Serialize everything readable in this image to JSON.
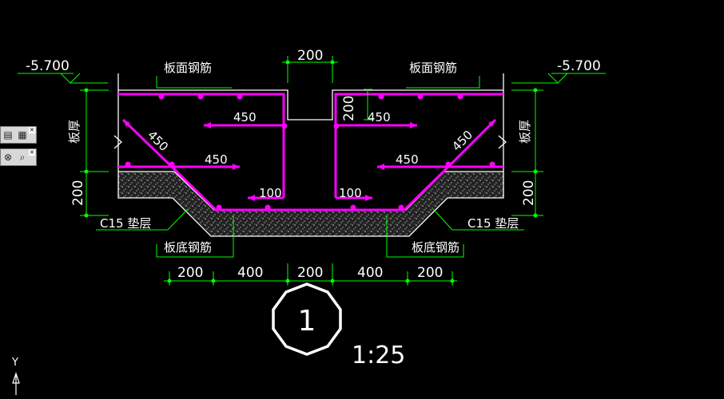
{
  "drawing": {
    "level_left": "-5.700",
    "level_right": "-5.700",
    "top_bar_left": "板面钢筋",
    "top_bar_right": "板面钢筋",
    "bottom_bar_left": "板底钢筋",
    "bottom_bar_right": "板底钢筋",
    "cushion_left": "C15 垫层",
    "cushion_right": "C15 垫层",
    "slab_thick_left": "板厚",
    "slab_thick_right": "板厚",
    "dim_top_gap": "200",
    "dim_inner_200": "200",
    "anchor_450_a": "450",
    "anchor_450_b": "450",
    "anchor_450_c": "450",
    "anchor_450_d": "450",
    "diag_450_left": "450",
    "diag_450_right": "450",
    "hook_100_left": "100",
    "hook_100_right": "100",
    "side_200_left": "200",
    "side_200_right": "200",
    "bottom_dims": [
      "200",
      "400",
      "200",
      "400",
      "200"
    ],
    "detail_number": "1",
    "scale": "1:25",
    "ucs_axis": "Y"
  },
  "colors": {
    "rebar": "#ff00ff",
    "dimension": "#00ff00",
    "outline": "#ffffff",
    "background": "#000000"
  },
  "toolbar": {
    "icon_1": "page-icon",
    "icon_2": "layout-icon",
    "icon_3": "cancel-icon",
    "icon_4": "zoom-icon"
  }
}
